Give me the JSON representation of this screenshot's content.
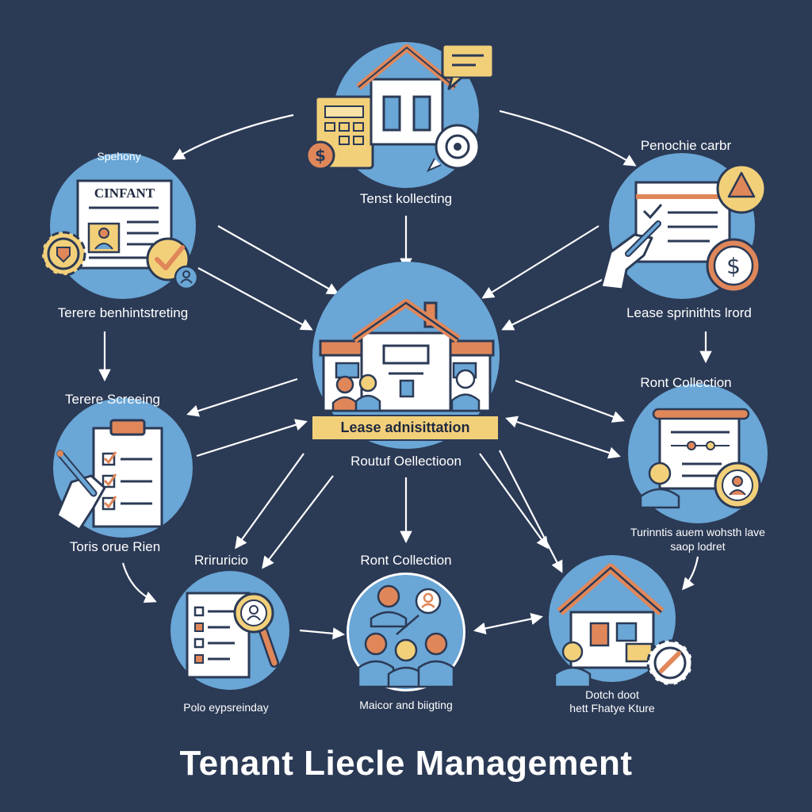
{
  "title": "Tenant Liecle Management",
  "center": {
    "banner": "Lease adnisittation",
    "caption": "Routuf Oellectioon"
  },
  "nodes": {
    "top": {
      "label": "Tenst kollecting"
    },
    "top_left": {
      "heading": "Spehony",
      "doc_title": "CINFANT",
      "label": "Terere benhintstreting"
    },
    "top_right": {
      "heading": "Penochie carbr",
      "label": "Lease sprinithts lrord"
    },
    "mid_left": {
      "heading": "Terere Screeing",
      "label": "Toris orue Rien"
    },
    "mid_right": {
      "heading": "Ront Collection",
      "label_line1": "Turinntis auem wohsth lave",
      "label_line2": "saop lodret"
    },
    "bottom_left": {
      "heading": "Rriruricio",
      "label": "Polo eypsreinday"
    },
    "bottom_center": {
      "heading": "Ront Collection",
      "label": "Maicor and biigting"
    },
    "bottom_right": {
      "label_line1": "Dotch doot",
      "label_line2": "hett Fhatye Kture"
    }
  },
  "colors": {
    "background": "#2b3a55",
    "circle": "#6aa6d6",
    "accent_orange": "#e0875a",
    "accent_yellow": "#f2d07a",
    "outline": "#2b3a55"
  }
}
